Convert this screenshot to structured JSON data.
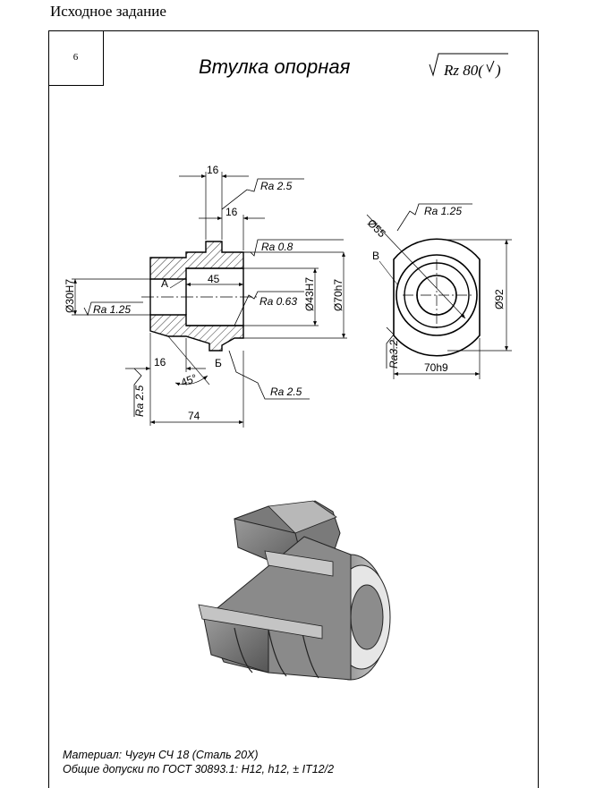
{
  "page": {
    "heading": "Исходное задание",
    "sheet_number": "6",
    "title": "Втулка опорная",
    "roughness_general": "Rz 80(",
    "roughness_general_tail": ")",
    "notes": [
      "Материал: Чугун СЧ 18 (Сталь 20Х)",
      "Общие допуски по ГОСТ 30893.1: H12, h12, ± IT12/2"
    ]
  },
  "section_view": {
    "dims": {
      "top_width": "16",
      "shoulder_width": "16",
      "bore_depth": "45",
      "left_width": "16",
      "overall_length": "74",
      "chamfer_angle": "45°",
      "d_inner": "Ø30H7",
      "d_bore": "Ø43H7",
      "d_outer": "Ø70h7"
    },
    "roughness": {
      "top": "Ra 2.5",
      "outer": "Ra 0.8",
      "bore": "Ra 0.63",
      "inner": "Ra 1.25",
      "bottom": "Ra 2.5",
      "chamfer": "Ra 2.5"
    },
    "labels": {
      "a": "А",
      "b": "Б"
    }
  },
  "end_view": {
    "dims": {
      "d_circle": "Ø55",
      "flat_width": "70h9",
      "outer_diam": "Ø92"
    },
    "roughness": {
      "top": "Ra 1.25",
      "flat": "Ra3.2"
    },
    "labels": {
      "v": "В"
    }
  },
  "iso_view": {
    "description_icon": "isometric-cutaway-render"
  }
}
